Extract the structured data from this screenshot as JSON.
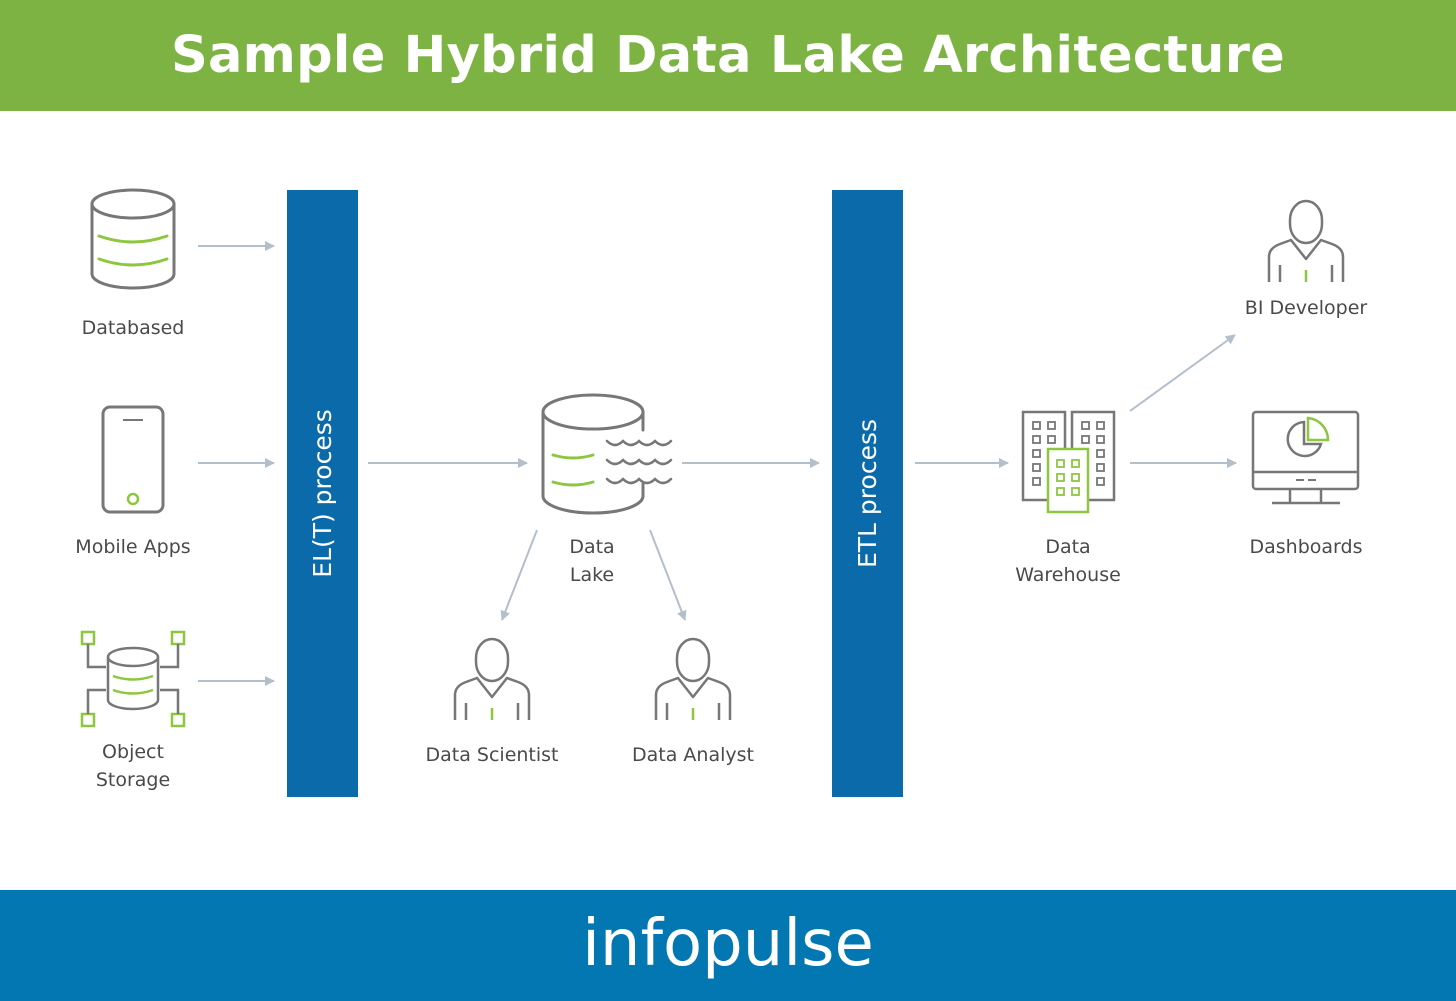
{
  "header": {
    "title": "Sample Hybrid Data Lake Architecture"
  },
  "footer": {
    "logo": "infopulse"
  },
  "process": {
    "elt": "EL(T) process",
    "etl": "ETL process"
  },
  "sources": {
    "databased": "Databased",
    "mobile_apps": "Mobile Apps",
    "object_storage_line1": "Object",
    "object_storage_line2": "Storage"
  },
  "lake": {
    "line1": "Data",
    "line2": "Lake"
  },
  "consumers": {
    "scientist": "Data Scientist",
    "analyst": "Data Analyst"
  },
  "warehouse": {
    "line1": "Data",
    "line2": "Warehouse"
  },
  "outputs": {
    "bi_developer": "BI Developer",
    "dashboards": "Dashboards"
  },
  "colors": {
    "green": "#7cb342",
    "blue": "#0277b1",
    "bar": "#0b6aa9",
    "icon": "#777777",
    "arrow": "#b3bfca",
    "accent": "#8dc63f"
  }
}
